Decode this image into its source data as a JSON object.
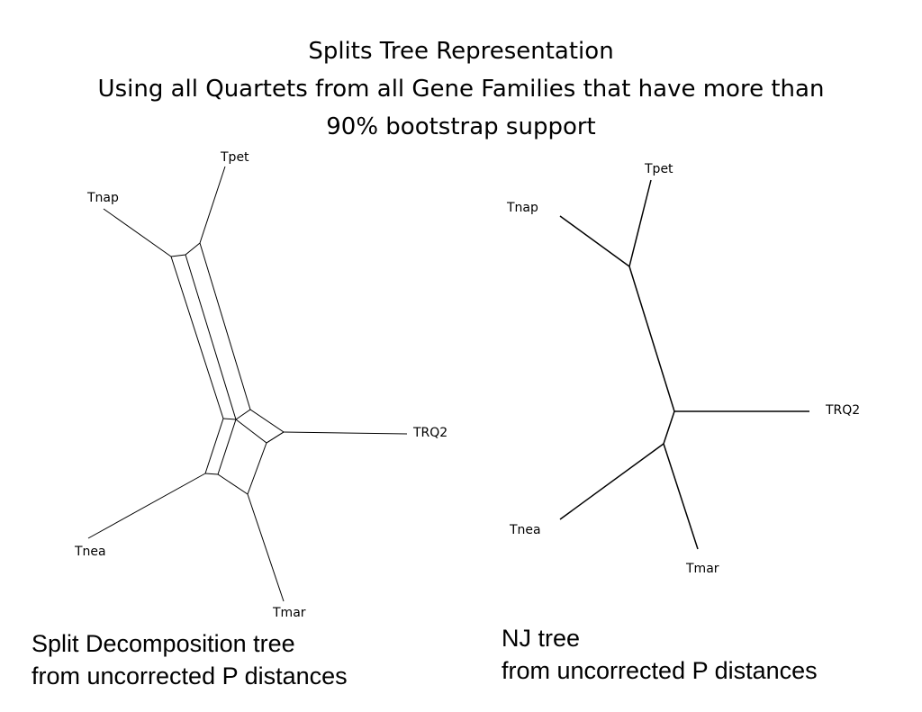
{
  "title": {
    "line1": "Splits Tree Representation",
    "line2": "Using all Quartets from all Gene Families that have more than",
    "line3": "90% bootstrap support"
  },
  "split_tree": {
    "taxa": {
      "tpet": "Tpet",
      "tnap": "Tnap",
      "trq2": "TRQ2",
      "tnea": "Tnea",
      "tmar": "Tmar"
    },
    "caption_line1": "Split Decomposition tree",
    "caption_line2": "from uncorrected P distances"
  },
  "nj_tree": {
    "taxa": {
      "tpet": "Tpet",
      "tnap": "Tnap",
      "trq2": "TRQ2",
      "tnea": "Tnea",
      "tmar": "Tmar"
    },
    "caption_line1": "NJ tree",
    "caption_line2": "from uncorrected P distances"
  }
}
